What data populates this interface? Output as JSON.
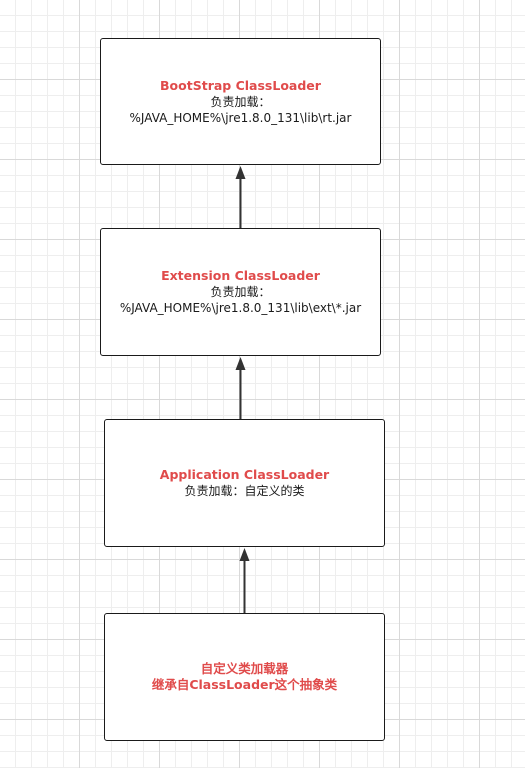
{
  "boxes": {
    "bootstrap": {
      "title": "BootStrap ClassLoader",
      "line1": "负责加载：",
      "line2": "%JAVA_HOME%\\jre1.8.0_131\\lib\\rt.jar"
    },
    "extension": {
      "title": "Extension ClassLoader",
      "line1": "负责加载：",
      "line2": "%JAVA_HOME%\\jre1.8.0_131\\lib\\ext\\*.jar"
    },
    "application": {
      "title": "Application ClassLoader",
      "line1": "负责加载：自定义的类"
    },
    "custom": {
      "title_line1": "自定义类加载器",
      "title_line2": "继承自ClassLoader这个抽象类"
    }
  },
  "colors": {
    "title": "#e04b4b",
    "text": "#1a1a1a",
    "arrow": "#333333"
  }
}
